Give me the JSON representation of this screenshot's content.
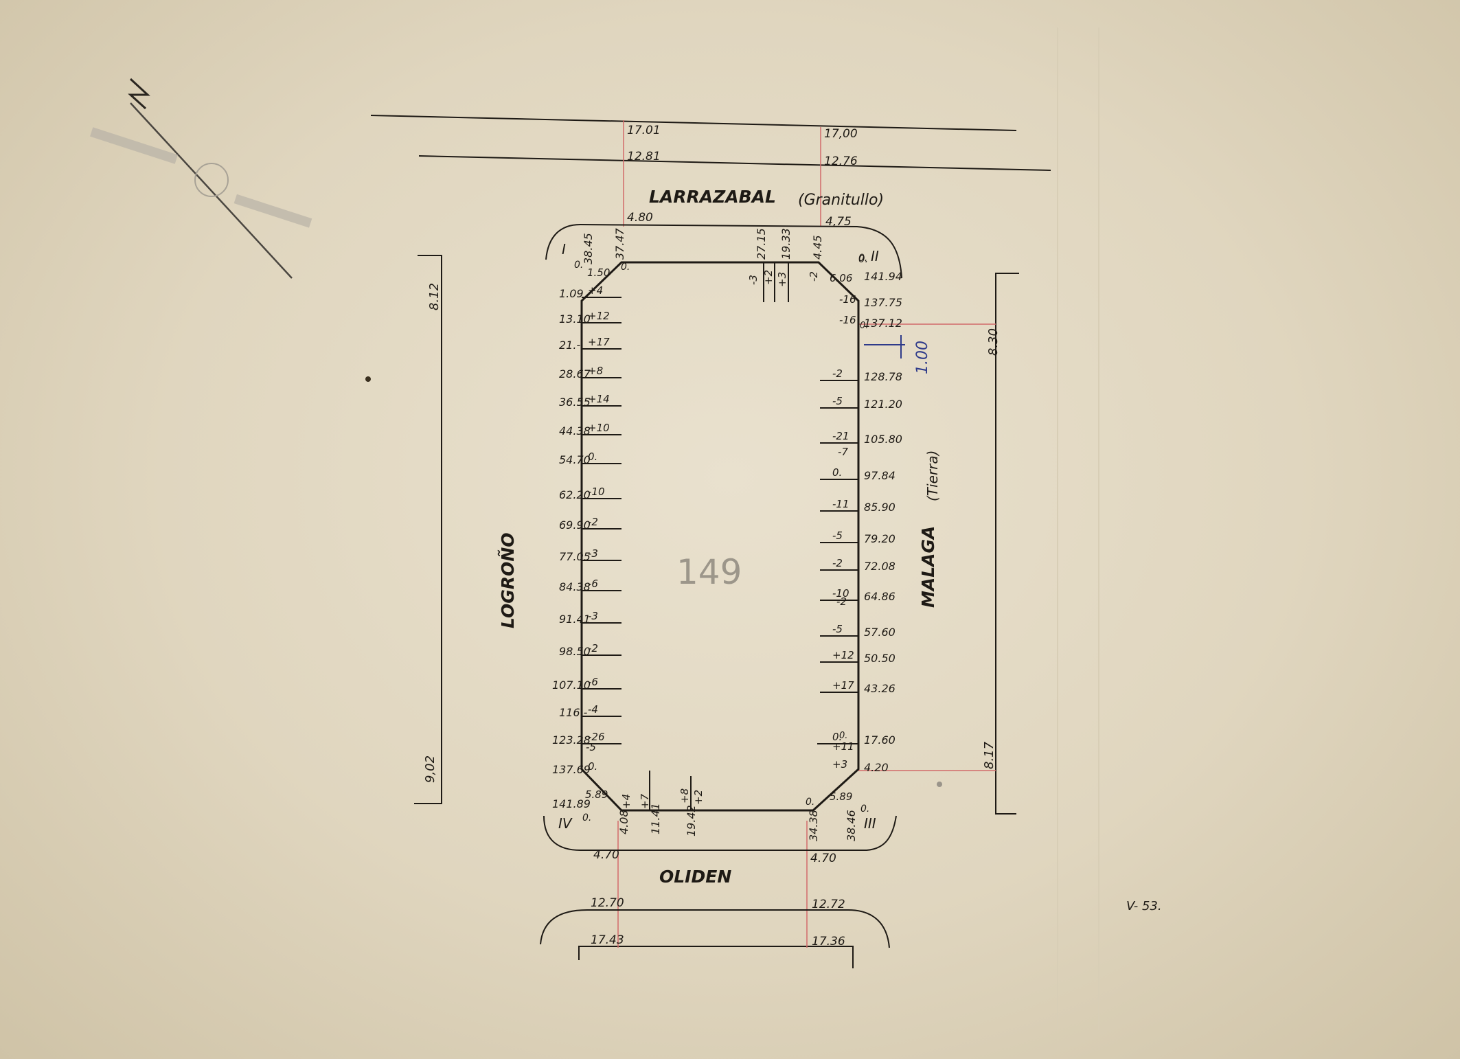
{
  "streets": {
    "top": "LARRAZABAL",
    "top_note": "(Granitullo)",
    "bottom": "OLIDEN",
    "left": "LOGROÑO",
    "right": "MALAGA",
    "right_note": "(Tierra)"
  },
  "corners": {
    "c1": "I",
    "c2": "II",
    "c3": "III",
    "c4": "IV"
  },
  "top_levels": {
    "a": "17.01",
    "b": "12.81",
    "c": "17,00",
    "d": "12.76"
  },
  "bottom_levels": {
    "a": "12.70",
    "b": "17.43",
    "c": "12.72",
    "d": "17.36"
  },
  "widths": {
    "top_left": "4.80",
    "top_right": "4,75",
    "bottom_left": "4.70",
    "bottom_right": "4.70"
  },
  "side_lengths": {
    "left_top": "8.12",
    "left_bottom": "9,02",
    "right_top": "8.30",
    "right_bottom": "8.17"
  },
  "top_edge": {
    "p1": "38.45",
    "p2": "37.47",
    "p3": "27.15",
    "p4": "19.33",
    "p5": "4.45",
    "o1": "0.",
    "o2": "0.",
    "o3": "0.",
    "chamfer_l": "1.50",
    "chamfer_r": "6.06",
    "s1": "-3",
    "s2": "+2",
    "s3": "+3",
    "s4": "-2"
  },
  "bottom_edge": {
    "p1": "4.08",
    "p2": "11.41",
    "p3": "19.42",
    "p4": "34.38",
    "p5": "38.46",
    "o1": "0.",
    "o2": "0.",
    "o3": "0.",
    "chamfer_l": "5.89",
    "chamfer_r": "5.89",
    "s1": "+4",
    "s2": "+7",
    "s3": "+8",
    "s4": "+2"
  },
  "left_edge": [
    {
      "pos": "1.09",
      "off": "+4"
    },
    {
      "pos": "13.10",
      "off": "+12"
    },
    {
      "pos": "21.-",
      "off": "+17"
    },
    {
      "pos": "28.67",
      "off": "+8"
    },
    {
      "pos": "36.55",
      "off": "+14"
    },
    {
      "pos": "44.38",
      "off": "+10"
    },
    {
      "pos": "54.70",
      "off": "0."
    },
    {
      "pos": "62.20",
      "off": "-10"
    },
    {
      "pos": "69.90",
      "off": "-2"
    },
    {
      "pos": "77.05",
      "off": "-3"
    },
    {
      "pos": "84.38",
      "off": "-6"
    },
    {
      "pos": "91.41",
      "off": "-3"
    },
    {
      "pos": "98.50",
      "off": "-2"
    },
    {
      "pos": "107.10",
      "off": "-6"
    },
    {
      "pos": "116.-",
      "off": "-4"
    },
    {
      "pos": "123.28",
      "off": "-26"
    },
    {
      "pos": "137.69",
      "off": "0."
    },
    {
      "pos": "141.89",
      "off": ""
    }
  ],
  "left_extra": {
    "minus5": "-5"
  },
  "right_edge": [
    {
      "pos": "141.94",
      "off": "0."
    },
    {
      "pos": "137.75",
      "off": "-16"
    },
    {
      "pos": "137.12",
      "off": "-16"
    },
    {
      "pos": "128.78",
      "off": "-2"
    },
    {
      "pos": "121.20",
      "off": "-5"
    },
    {
      "pos": "105.80",
      "off": "-21"
    },
    {
      "pos": "97.84",
      "off": "0."
    },
    {
      "pos": "85.90",
      "off": "-11"
    },
    {
      "pos": "79.20",
      "off": "-5"
    },
    {
      "pos": "72.08",
      "off": "-2"
    },
    {
      "pos": "64.86",
      "off": "-10"
    },
    {
      "pos": "57.60",
      "off": "-5"
    },
    {
      "pos": "50.50",
      "off": "+12"
    },
    {
      "pos": "43.26",
      "off": "+17"
    },
    {
      "pos": "17.60",
      "off": "0."
    },
    {
      "pos": "4.20",
      "off": "+3"
    }
  ],
  "right_extra": {
    "minus7": "-7",
    "minus2": "-2",
    "plus11": "+11",
    "zero": "0.",
    "zero_b": "0."
  },
  "annotations": {
    "blue_value": "1.00",
    "pencil_number": "149",
    "sheet_code": "V- 53.",
    "north": "N"
  }
}
